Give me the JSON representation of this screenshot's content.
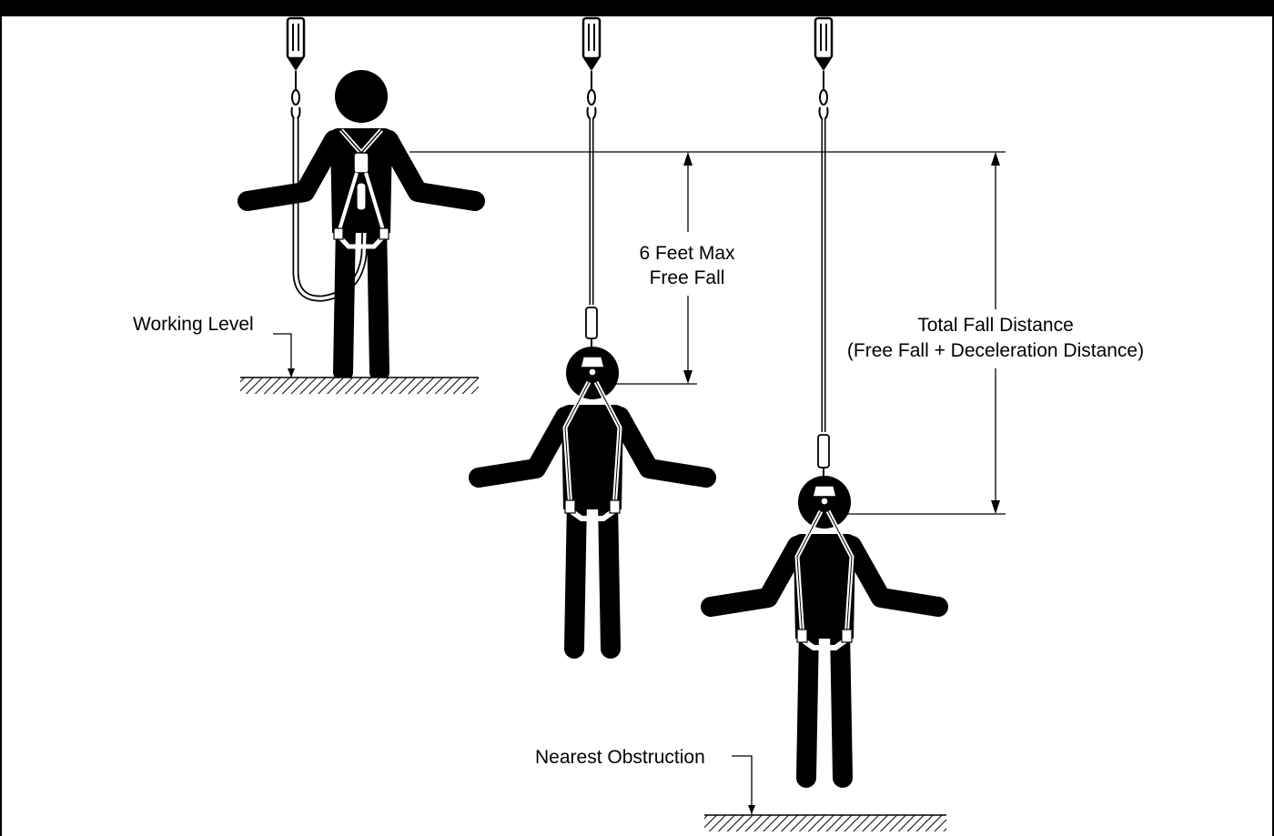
{
  "labels": {
    "working_level": "Working Level",
    "free_fall_line1": "6 Feet Max",
    "free_fall_line2": "Free Fall",
    "total_fall_line1": "Total Fall Distance",
    "total_fall_line2": "(Free Fall + Deceleration Distance)",
    "nearest_obstruction": "Nearest Obstruction"
  },
  "colors": {
    "figure": "#000000",
    "harness": "#ffffff",
    "lines": "#000000",
    "frame": "#000000"
  }
}
